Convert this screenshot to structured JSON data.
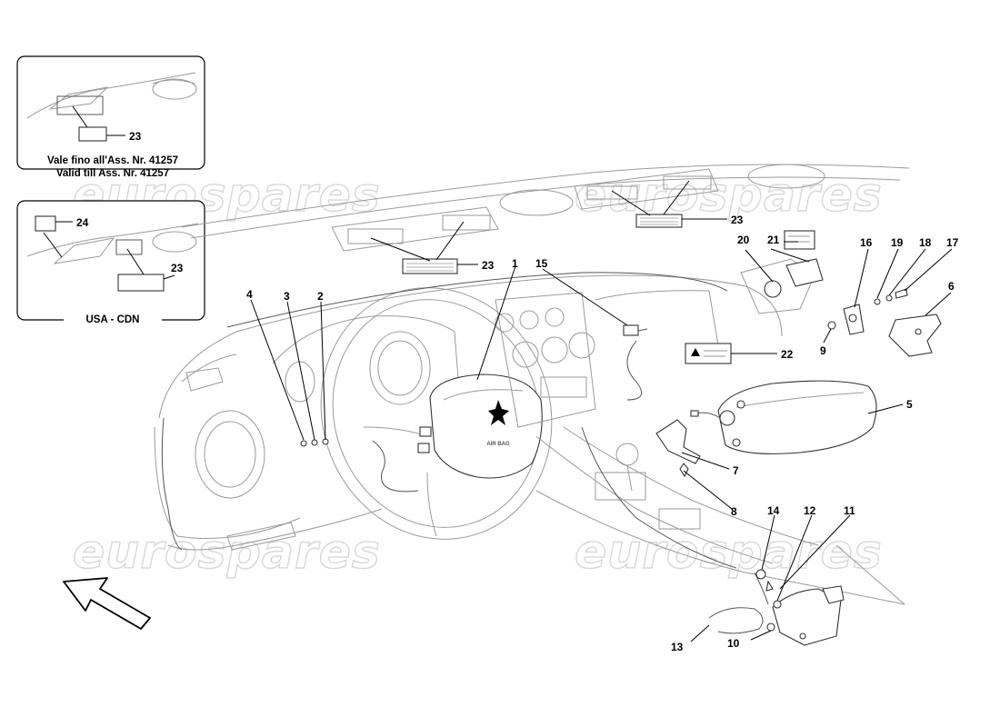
{
  "watermark": "eurospares",
  "inset_top": {
    "caption_line1": "Vale fino all'Ass. Nr. 41257",
    "caption_line2": "Valid till Ass. Nr. 41257",
    "label": "23"
  },
  "inset_bottom": {
    "caption": "USA - CDN",
    "label_warning": "24",
    "label_sticker": "23"
  },
  "callouts": {
    "p1": "1",
    "p2": "2",
    "p3": "3",
    "p4": "4",
    "p5": "5",
    "p6": "6",
    "p7": "7",
    "p8": "8",
    "p9": "9",
    "p10": "10",
    "p11": "11",
    "p12": "12",
    "p13": "13",
    "p14": "14",
    "p15": "15",
    "p16": "16",
    "p17": "17",
    "p18": "18",
    "p19": "19",
    "p20": "20",
    "p21": "21",
    "p22": "22",
    "p23a": "23",
    "p23b": "23"
  },
  "steering_badge": "AIR BAG"
}
